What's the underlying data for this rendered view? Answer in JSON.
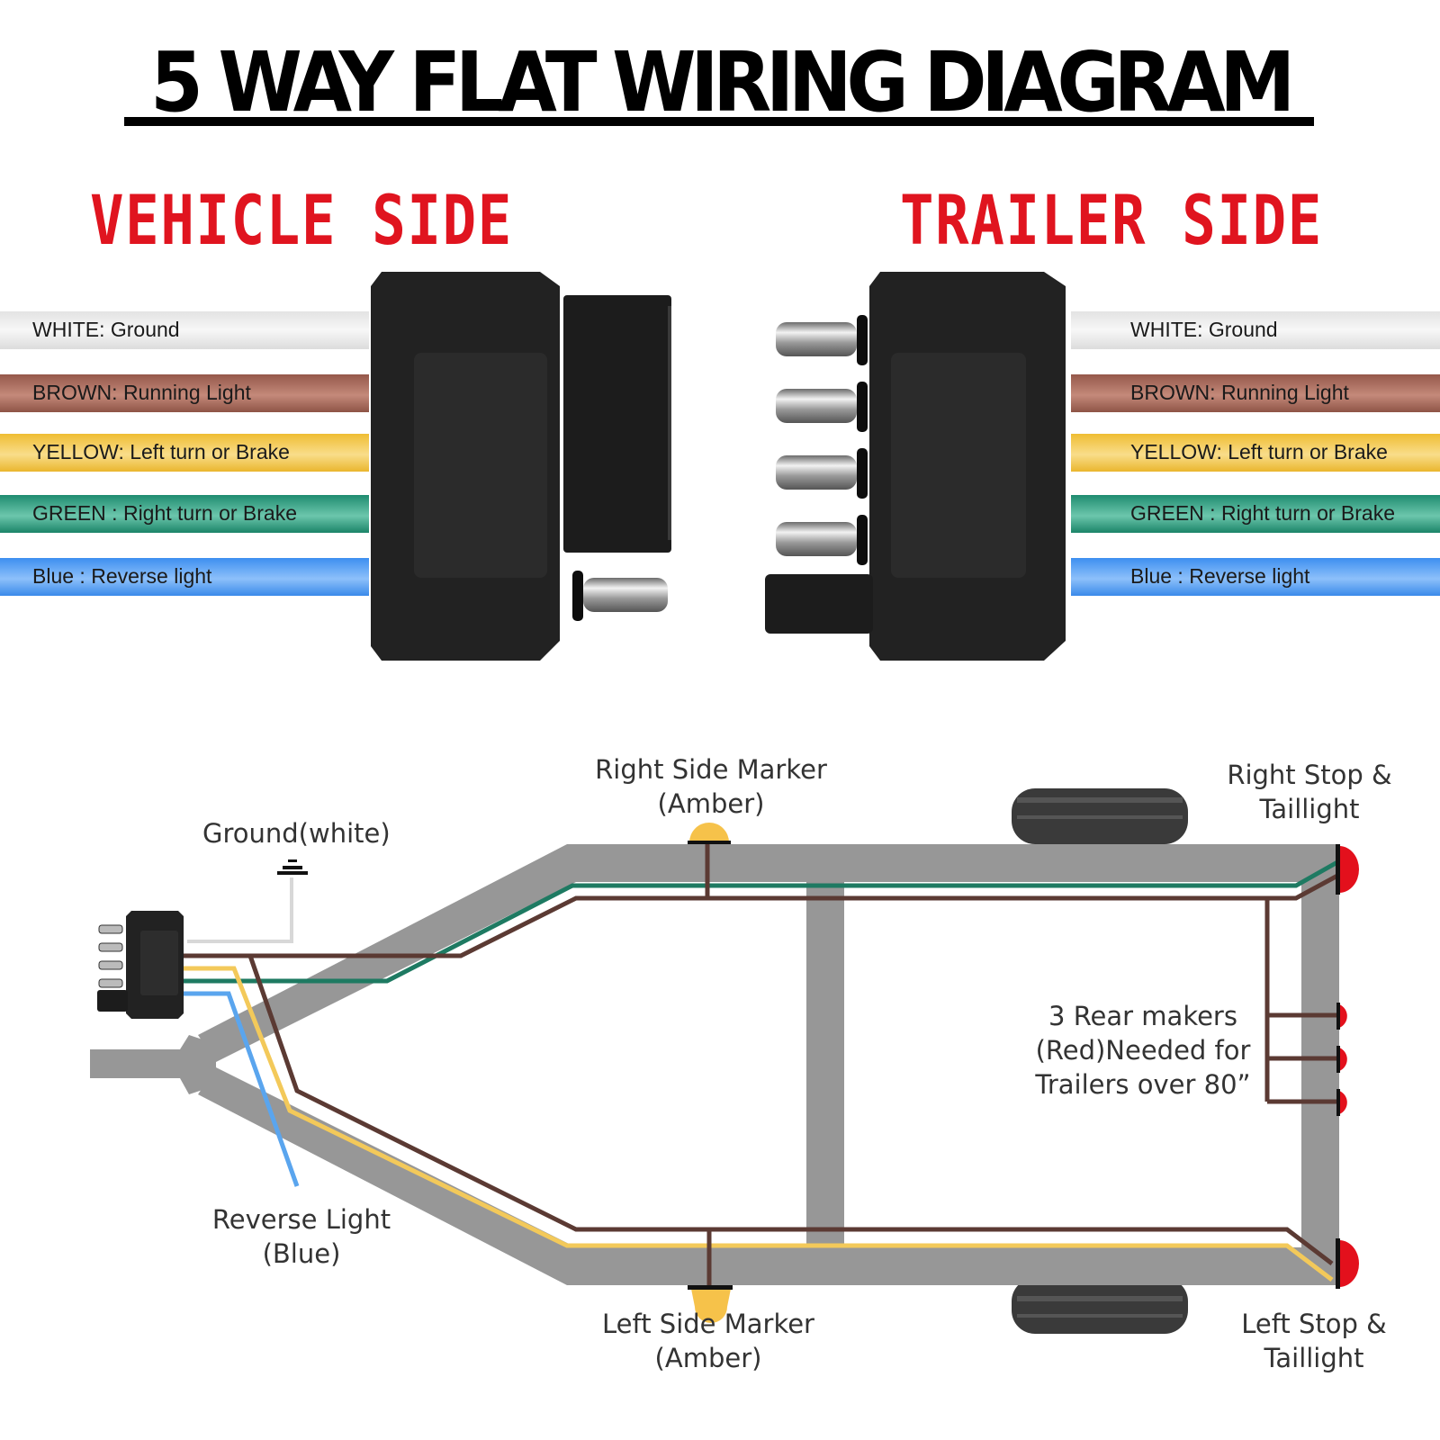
{
  "title": "5 WAY FLAT WIRING DIAGRAM",
  "vehicle_side": {
    "heading": "VEHICLE SIDE",
    "wires": [
      {
        "color": "#eeeeee",
        "label": "WHITE: Ground"
      },
      {
        "color": "#a0604e",
        "label": "BROWN: Running Light"
      },
      {
        "color": "#f2c23a",
        "label": "YELLOW: Left turn or Brake"
      },
      {
        "color": "#25967c",
        "label": "GREEN : Right turn or Brake"
      },
      {
        "color": "#4a9af0",
        "label": "Blue : Reverse light"
      }
    ]
  },
  "trailer_side": {
    "heading": "TRAILER SIDE",
    "wires": [
      {
        "color": "#eeeeee",
        "label": "WHITE: Ground"
      },
      {
        "color": "#a0604e",
        "label": "BROWN: Running Light"
      },
      {
        "color": "#f2c23a",
        "label": "YELLOW: Left turn or Brake"
      },
      {
        "color": "#25967c",
        "label": "GREEN : Right turn or Brake"
      },
      {
        "color": "#4a9af0",
        "label": "Blue : Reverse light"
      }
    ]
  },
  "trailer_diagram": {
    "labels": {
      "ground": "Ground(white)",
      "right_marker_1": "Right Side Marker",
      "right_marker_2": "(Amber)",
      "right_stop_1": "Right Stop &",
      "right_stop_2": "Taillight",
      "rear_markers_1": "3 Rear makers",
      "rear_markers_2": "(Red)Needed for",
      "rear_markers_3": "Trailers over 80”",
      "reverse_1": "Reverse Light",
      "reverse_2": "(Blue)",
      "left_marker_1": "Left Side Marker",
      "left_marker_2": "(Amber)",
      "left_stop_1": "Left Stop &",
      "left_stop_2": "Taillight"
    },
    "colors": {
      "frame": "#979797",
      "brown_wire": "#5b3a33",
      "green_wire": "#1e7a62",
      "yellow_wire": "#f3c95a",
      "blue_wire": "#5aa5ee",
      "white_wire": "#d8d8d8",
      "amber_light": "#f6c24a",
      "red_light": "#e3101c"
    }
  }
}
